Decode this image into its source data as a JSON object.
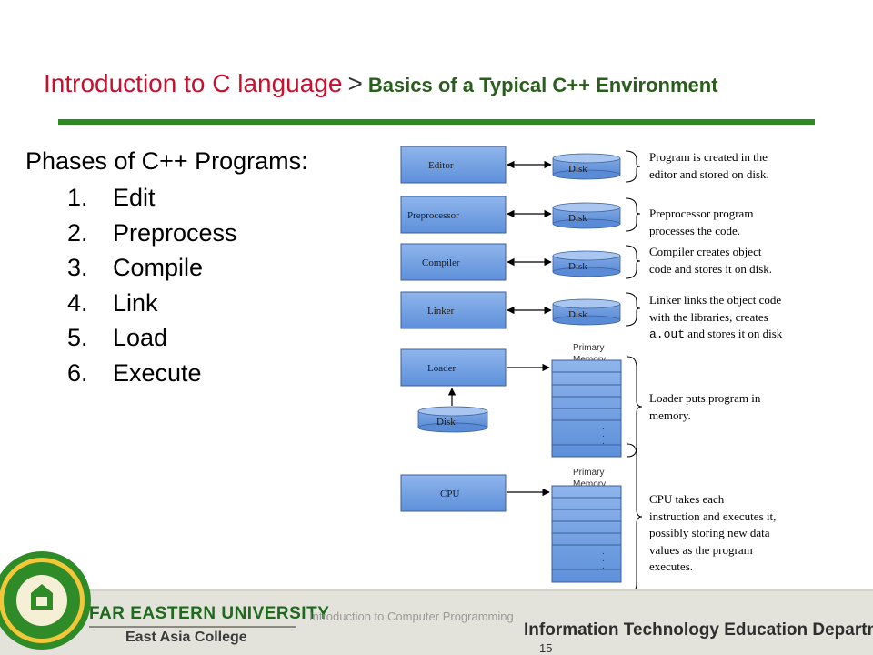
{
  "header": {
    "title_main": "Introduction to C language",
    "separator": ">",
    "title_sub": "Basics of a Typical C++ Environment"
  },
  "phases": {
    "heading": "Phases of C++ Programs:",
    "items": [
      {
        "num": "1.",
        "label": "Edit"
      },
      {
        "num": "2.",
        "label": "Preprocess"
      },
      {
        "num": "3.",
        "label": "Compile"
      },
      {
        "num": "4.",
        "label": "Link"
      },
      {
        "num": "5.",
        "label": "Load"
      },
      {
        "num": "6.",
        "label": "Execute"
      }
    ]
  },
  "diagram": {
    "boxes": {
      "editor": "Editor",
      "preprocessor": "Preprocessor",
      "compiler": "Compiler",
      "linker": "Linker",
      "loader": "Loader",
      "cpu": "CPU"
    },
    "disk_label": "Disk",
    "memory_label_1": "Primary",
    "memory_label_2": "Memory",
    "dots": ".",
    "descriptions": {
      "editor": "Program is created in the editor and stored on disk.",
      "preprocessor": "Preprocessor program processes the code.",
      "compiler": "Compiler creates object code and stores it on disk.",
      "linker_before": "Linker links the object code with the libraries, creates ",
      "linker_code": "a.out",
      "linker_after": " and stores it on disk",
      "loader": "Loader puts program in memory.",
      "cpu": "CPU takes each instruction and executes it, possibly storing new data values as the program executes."
    }
  },
  "footer": {
    "university": "FAR EASTERN UNIVERSITY",
    "college": "East Asia College",
    "course": "Introduction to Computer Programming",
    "department": "Information Technology Education Department",
    "page": "15"
  },
  "colors": {
    "title_red": "#c8102e",
    "subtitle_green": "#2a5e1c",
    "rule_green": "#2e8b22",
    "box_blue": "#6f9fe0"
  }
}
